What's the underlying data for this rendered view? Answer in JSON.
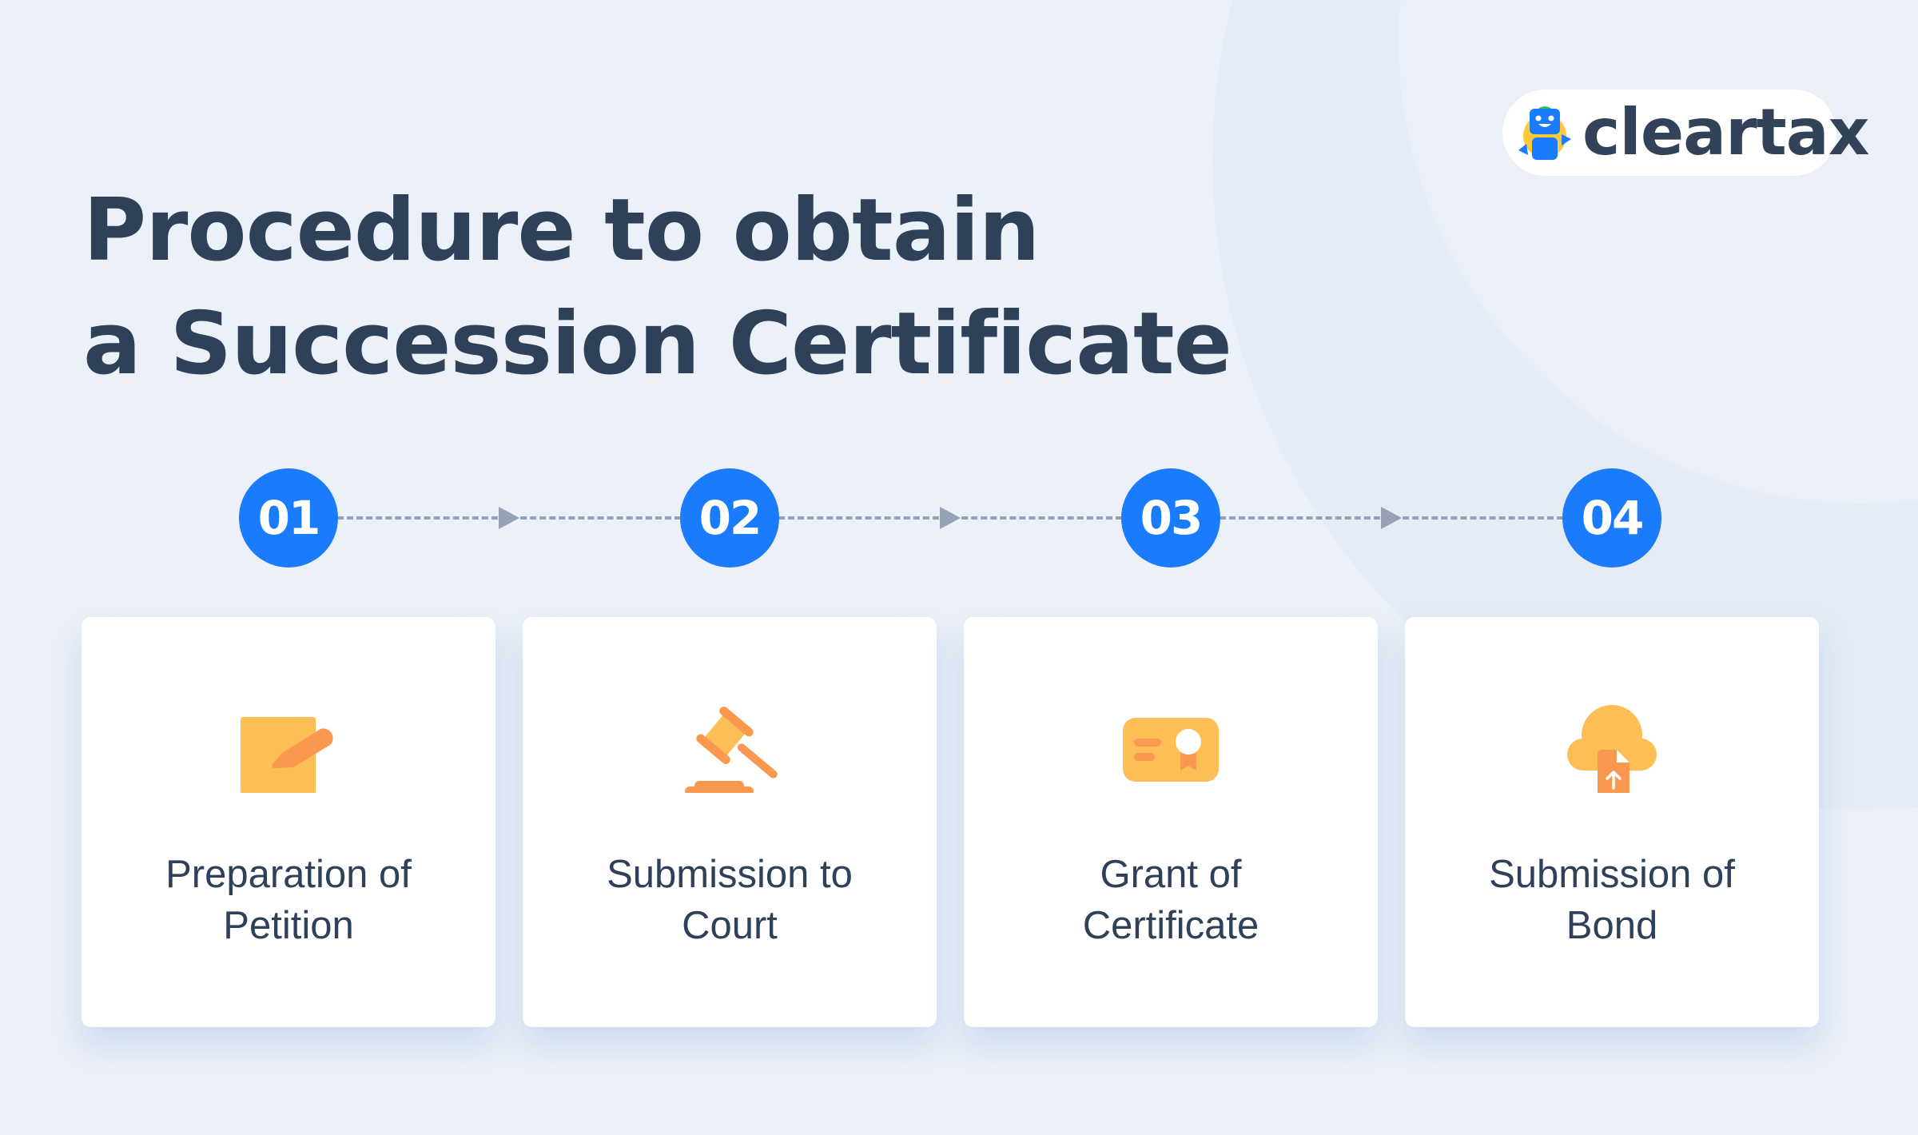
{
  "brand": {
    "name": "cleartax",
    "colors": {
      "primary_blue": "#1a7bfc",
      "text_dark": "#2f4059",
      "icon_yellow": "#fdbe56",
      "icon_orange": "#fb9850",
      "connector_gray": "#96a2b3",
      "background": "#ecf0f8"
    }
  },
  "title": {
    "line1": "Procedure to obtain",
    "line2": "a Succession Certificate"
  },
  "steps": [
    {
      "number": "01",
      "icon": "document-pencil-icon",
      "label_line1": "Preparation of",
      "label_line2": "Petition"
    },
    {
      "number": "02",
      "icon": "gavel-icon",
      "label_line1": "Submission to",
      "label_line2": "Court"
    },
    {
      "number": "03",
      "icon": "certificate-icon",
      "label_line1": "Grant of",
      "label_line2": "Certificate"
    },
    {
      "number": "04",
      "icon": "cloud-upload-document-icon",
      "label_line1": "Submission of",
      "label_line2": "Bond"
    }
  ]
}
